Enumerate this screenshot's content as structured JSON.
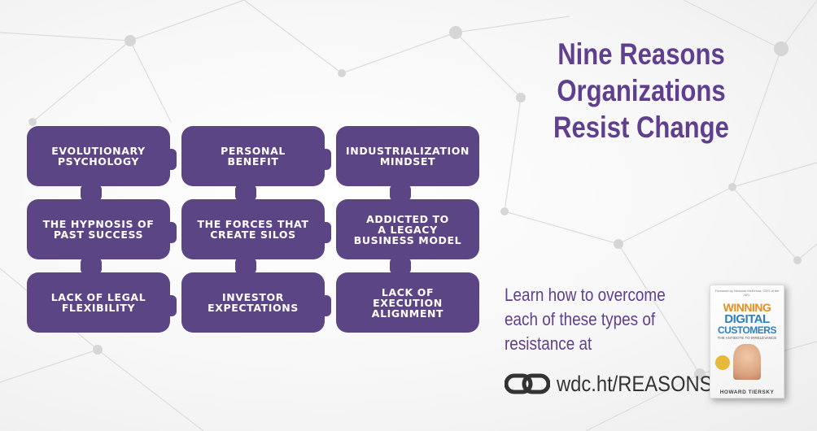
{
  "title": {
    "line1": "Nine Reasons",
    "line2": "Organizations",
    "line3": "Resist Change"
  },
  "reasons": [
    {
      "line1": "EVOLUTIONARY",
      "line2": "PSYCHOLOGY",
      "line3": ""
    },
    {
      "line1": "PERSONAL",
      "line2": "BENEFIT",
      "line3": ""
    },
    {
      "line1": "INDUSTRIALIZATION",
      "line2": "MINDSET",
      "line3": ""
    },
    {
      "line1": "THE HYPNOSIS OF",
      "line2": "PAST SUCCESS",
      "line3": ""
    },
    {
      "line1": "THE FORCES THAT",
      "line2": "CREATE SILOS",
      "line3": ""
    },
    {
      "line1": "ADDICTED TO",
      "line2": "A LEGACY",
      "line3": "BUSINESS MODEL"
    },
    {
      "line1": "LACK OF LEGAL",
      "line2": "FLEXIBILITY",
      "line3": ""
    },
    {
      "line1": "INVESTOR",
      "line2": "EXPECTATIONS",
      "line3": ""
    },
    {
      "line1": "LACK OF",
      "line2": "EXECUTION",
      "line3": "ALIGNMENT"
    }
  ],
  "learn_more": {
    "line1": "Learn how to overcome",
    "line2": "each of these types of",
    "line3": "resistance at"
  },
  "link": {
    "icon": "link-icon",
    "text": "wdc.ht/REASONS"
  },
  "book": {
    "foreword": "Foreword by Nicholas McKenna, CEO of the NFL",
    "title_line1": "WINNING",
    "title_line2": "DIGITAL",
    "title_line3": "CUSTOMERS",
    "subtitle": "THE ANTIDOTE TO IRRELEVANCE",
    "author": "HOWARD TIERSKY"
  },
  "colors": {
    "piece": "#5c4585",
    "title": "#5f3f8e",
    "link_text": "#333333"
  }
}
